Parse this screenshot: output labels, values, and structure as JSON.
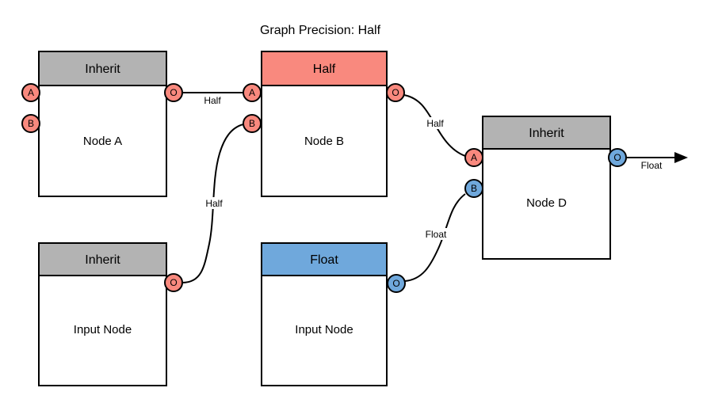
{
  "title": "Graph Precision: Half",
  "colors": {
    "salmon": "#F9897E",
    "gray": "#B3B3B3",
    "blue": "#6FA8DC",
    "node_fill": "#FFFFFF",
    "stroke": "#000000"
  },
  "nodes": {
    "node_a": {
      "header": "Inherit",
      "label": "Node A",
      "ports": {
        "a": "A",
        "b": "B",
        "out": "O"
      }
    },
    "node_b": {
      "header": "Half",
      "label": "Node B",
      "ports": {
        "a": "A",
        "b": "B",
        "out": "O"
      }
    },
    "node_d": {
      "header": "Inherit",
      "label": "Node D",
      "ports": {
        "a": "A",
        "b": "B",
        "out": "O"
      }
    },
    "input_left": {
      "header": "Inherit",
      "label": "Input Node",
      "ports": {
        "out": "O"
      }
    },
    "input_middle": {
      "header": "Float",
      "label": "Input Node",
      "ports": {
        "out": "O"
      }
    }
  },
  "edges": {
    "node_a_to_node_b": {
      "label": "Half"
    },
    "input_left_to_node_b": {
      "label": "Half"
    },
    "node_b_to_node_d": {
      "label": "Half"
    },
    "input_middle_to_node_d": {
      "label": "Float"
    },
    "node_d_output": {
      "label": "Float"
    }
  }
}
